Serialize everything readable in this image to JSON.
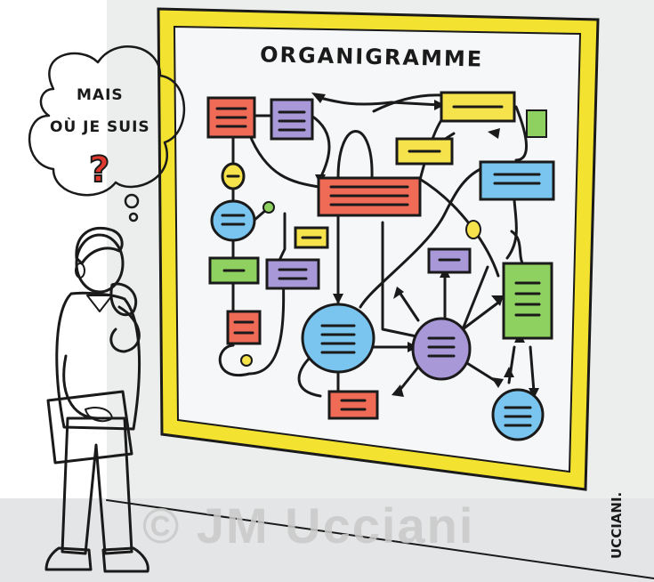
{
  "board": {
    "title": "ORGANIGRAMME"
  },
  "thought_bubble": {
    "line1": "MAIS",
    "line2": "OÙ JE SUIS",
    "mark": "?"
  },
  "watermark": {
    "text": "© JM Ucciani"
  },
  "signature": {
    "text": "UCCIANI."
  },
  "colors": {
    "frame": "#f3e22f",
    "board": "#f6f7f8",
    "wall": "#e9eaeb",
    "red_box": "#f06b55",
    "purple_box": "#a898d8",
    "yellow_box": "#f6e24a",
    "blue_box": "#79c5ef",
    "green_box": "#8fd160",
    "question_mark": "#e03a2f"
  },
  "icons": [
    "thought-bubble-icon",
    "question-mark-icon",
    "man-figure-icon",
    "green-folder-icon"
  ]
}
